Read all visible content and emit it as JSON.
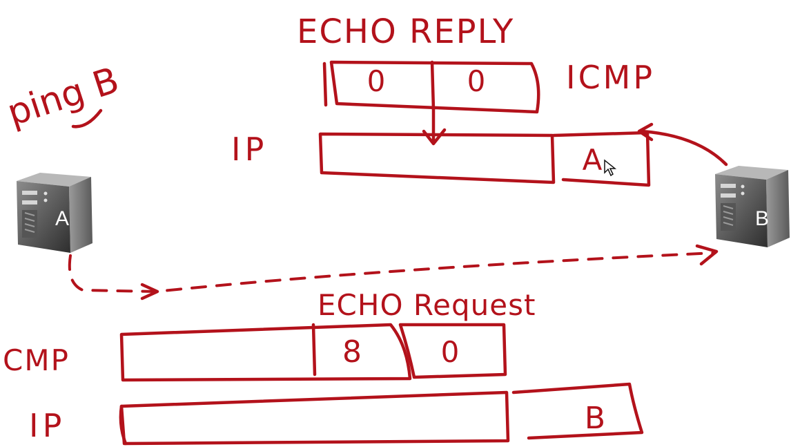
{
  "annotations": {
    "ping_command": "ping B",
    "echo_reply": "ECHO REPLY",
    "echo_request": "ECHO Request",
    "icmp_top": "ICMP",
    "icmp_bottom": "CMP",
    "ip_top": "IP",
    "ip_bottom": "IP"
  },
  "reply_packet": {
    "icmp_type": "0",
    "icmp_code": "0",
    "ip_destination": "A"
  },
  "request_packet": {
    "icmp_type": "8",
    "icmp_code": "0",
    "ip_destination": "B"
  },
  "hosts": {
    "left": "A",
    "right": "B"
  },
  "colors": {
    "ink": "#b3121b",
    "server_body": "#6d6d6d",
    "server_front": "#3a3a3a"
  },
  "icons": {
    "left_host": "server-tower-icon",
    "right_host": "server-tower-icon",
    "cursor": "mouse-pointer-icon"
  }
}
